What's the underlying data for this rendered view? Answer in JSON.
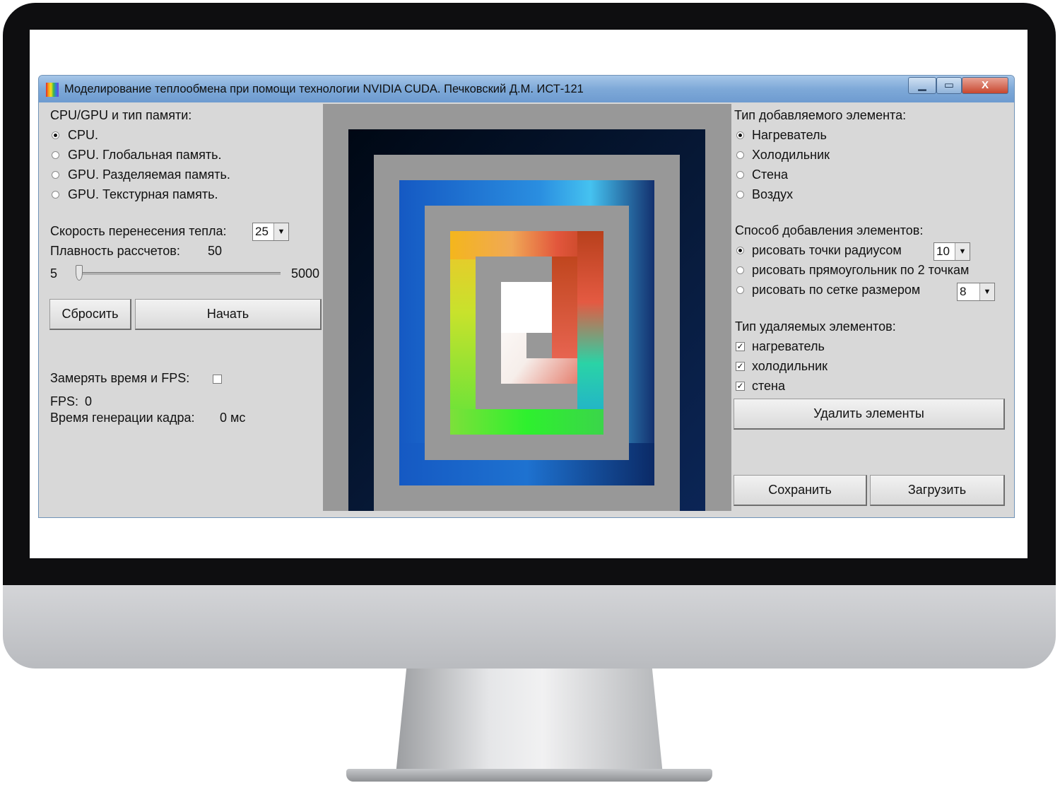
{
  "window": {
    "title": "Моделирование теплообмена при помощи технологии NVIDIA CUDA. Печковский Д.М. ИСТ-121",
    "min_glyph": "▁",
    "max_glyph": "▭",
    "close_glyph": "X"
  },
  "left": {
    "memory_heading": "CPU/GPU и тип памяти:",
    "memory_options": [
      {
        "label": "CPU.",
        "selected": true
      },
      {
        "label": "GPU. Глобальная память.",
        "selected": false
      },
      {
        "label": "GPU. Разделяемая память.",
        "selected": false
      },
      {
        "label": "GPU. Текстурная память.",
        "selected": false
      }
    ],
    "heat_speed_label": "Скорость перенесения тепла:",
    "heat_speed_value": "25",
    "smoothness_label": "Плавность рассчетов:",
    "smoothness_value": "50",
    "slider_min": "5",
    "slider_max": "5000",
    "slider_value": 50,
    "reset_button": "Сбросить",
    "start_button": "Начать",
    "measure_label": "Замерять время и FPS:",
    "measure_checked": false,
    "fps_label": "FPS:",
    "fps_value": "0",
    "frame_time_label": "Время генерации кадра:",
    "frame_time_value": "0 мс"
  },
  "right": {
    "element_type_heading": "Тип добавляемого элемента:",
    "element_types": [
      {
        "label": "Нагреватель",
        "selected": true
      },
      {
        "label": "Холодильник",
        "selected": false
      },
      {
        "label": "Стена",
        "selected": false
      },
      {
        "label": "Воздух",
        "selected": false
      }
    ],
    "add_method_heading": "Способ добавления элементов:",
    "add_methods": [
      {
        "label": "рисовать точки радиусом",
        "selected": true
      },
      {
        "label": "рисовать прямоугольник по 2 точкам",
        "selected": false
      },
      {
        "label": "рисовать по сетке размером",
        "selected": false
      }
    ],
    "radius_value": "10",
    "grid_value": "8",
    "remove_heading": "Тип удаляемых элементов:",
    "remove_types": [
      {
        "label": "нагреватель",
        "checked": true
      },
      {
        "label": "холодильник",
        "checked": true
      },
      {
        "label": "стена",
        "checked": true
      }
    ],
    "remove_button": "Удалить элементы",
    "save_button": "Сохранить",
    "load_button": "Загрузить"
  },
  "icons": {
    "combo_arrow": "▼",
    "check_mark": "✓"
  },
  "colors": {
    "wall": "#989898",
    "cold": "#0a1630",
    "hot": "#ffffff",
    "title_bar": "#7ea9d8"
  }
}
